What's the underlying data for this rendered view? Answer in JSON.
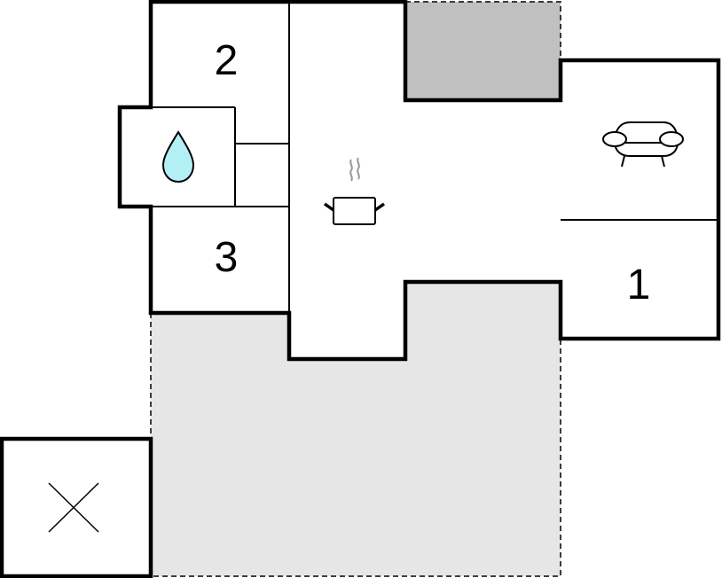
{
  "title": "Floor plan",
  "rooms": [
    {
      "label": "2",
      "type": "bedroom"
    },
    {
      "label": "3",
      "type": "bedroom"
    },
    {
      "label": "1",
      "type": "bedroom"
    }
  ],
  "icons": [
    "water-drop-icon",
    "cooking-pot-icon",
    "sofa-icon",
    "cross-icon"
  ],
  "colors": {
    "wall": "#000000",
    "terrace": "#e6e6e6",
    "covered_area": "#c0c0c0",
    "water": "#b3f0f5",
    "steam": "#999999"
  }
}
